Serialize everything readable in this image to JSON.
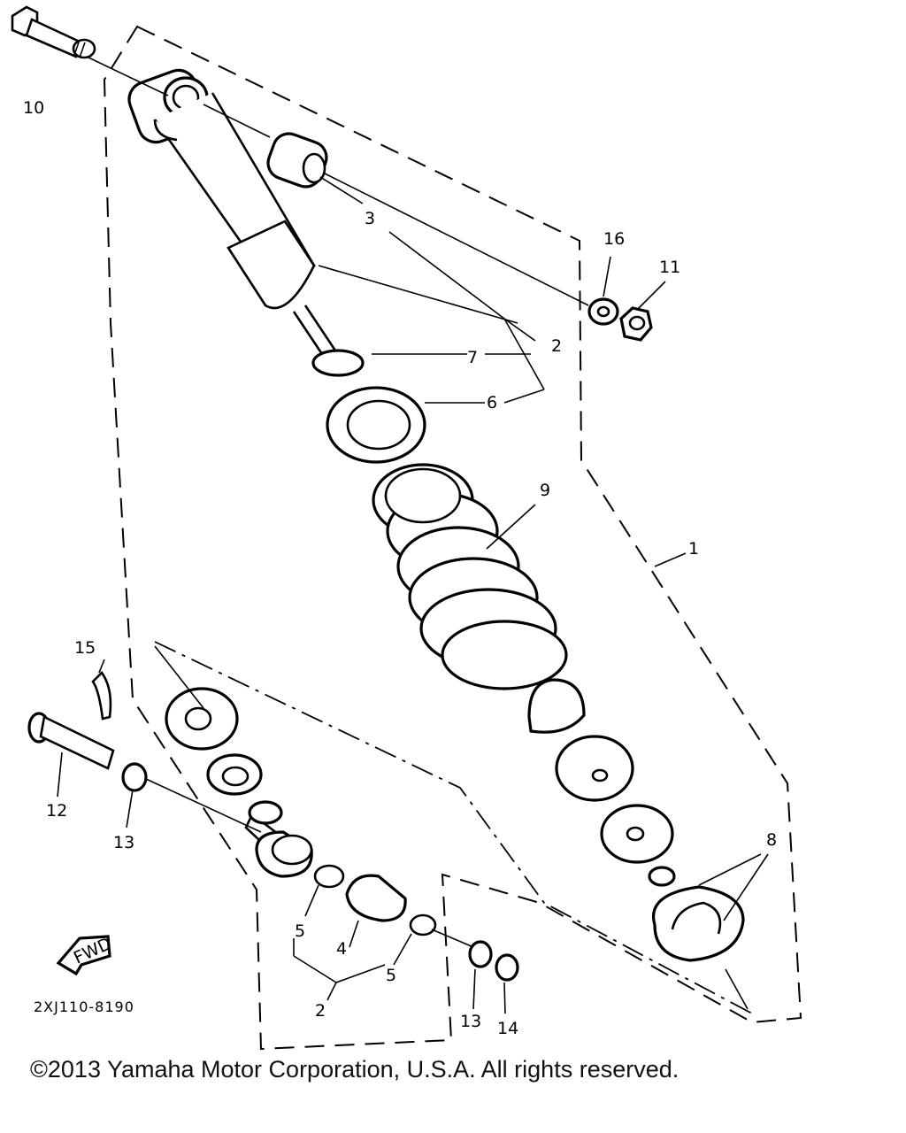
{
  "diagram": {
    "drawing_code": "2XJ110-8190",
    "fwd_label": "FWD",
    "callouts": {
      "c1": "1",
      "c2_upper": "2",
      "c2_lower": "2",
      "c3": "3",
      "c4": "4",
      "c5_left": "5",
      "c5_right": "5",
      "c6": "6",
      "c7": "7",
      "c8": "8",
      "c9": "9",
      "c10": "10",
      "c11": "11",
      "c12": "12",
      "c13_left": "13",
      "c13_right": "13",
      "c14": "14",
      "c15": "15",
      "c16": "16"
    }
  },
  "footer": {
    "copyright": "©2013 Yamaha Motor Corporation, U.S.A. All rights reserved."
  }
}
